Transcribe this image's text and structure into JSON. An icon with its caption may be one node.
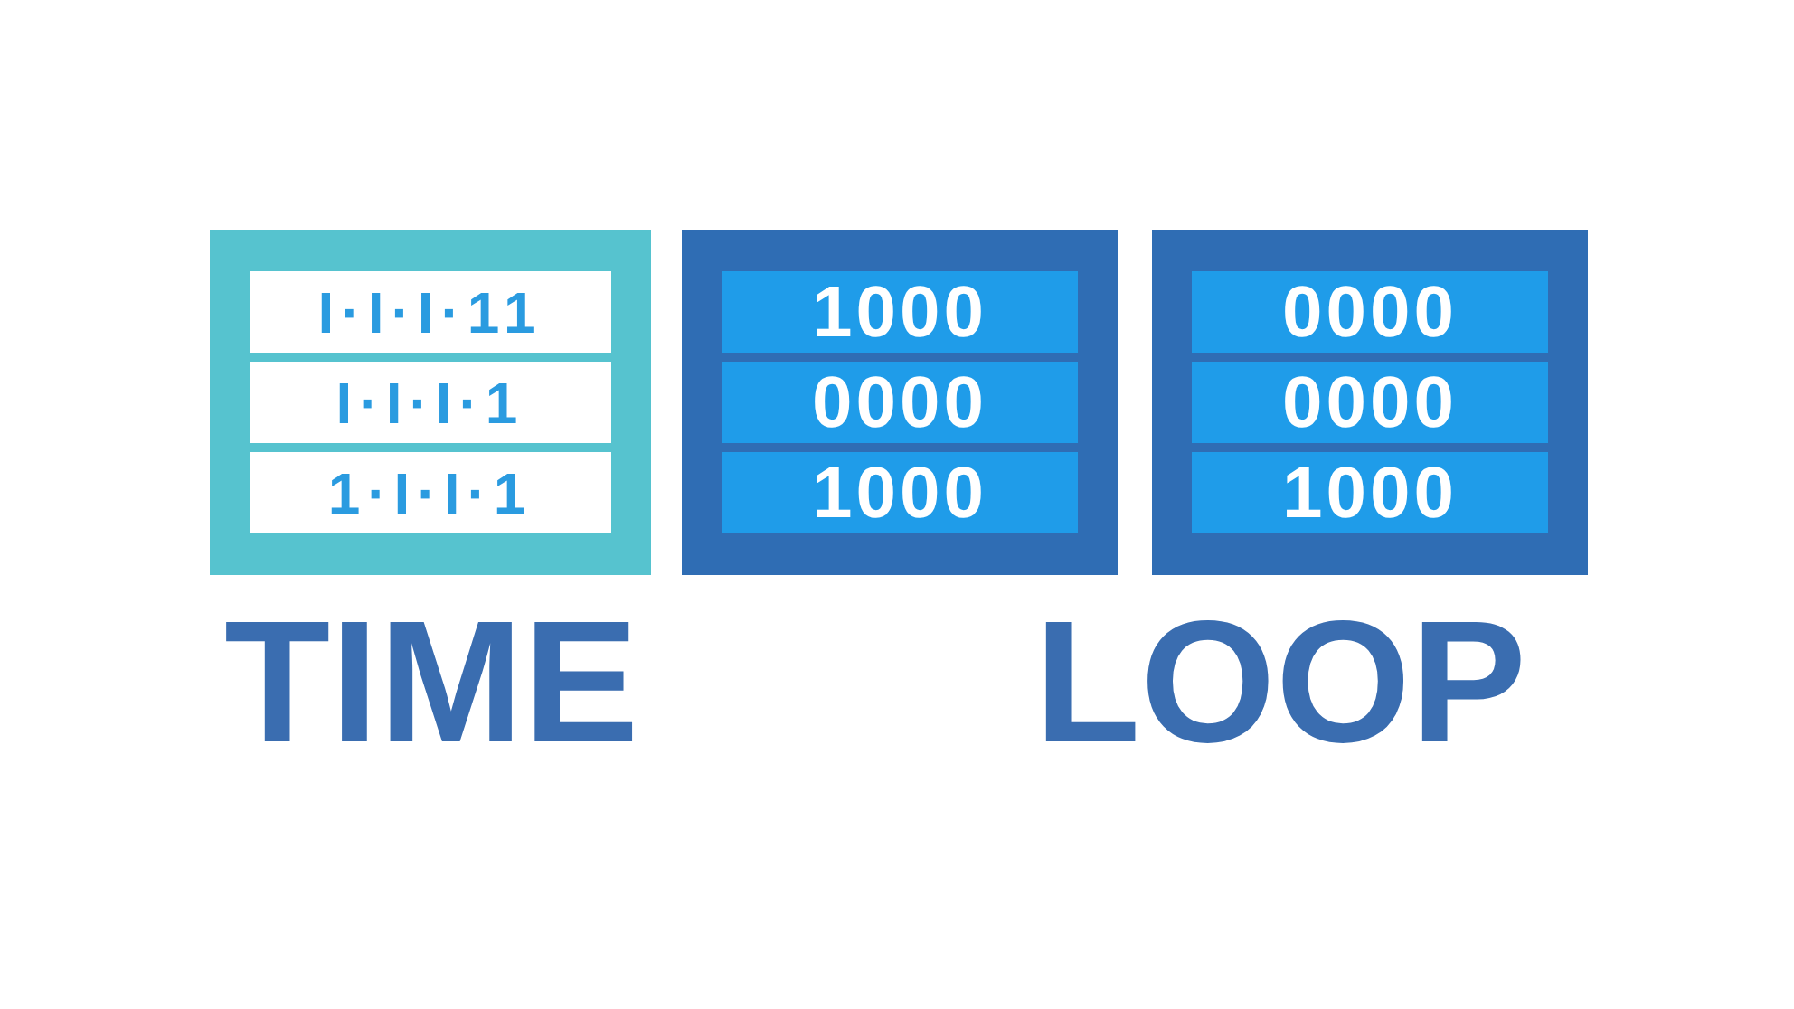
{
  "diagram": {
    "nodes": [
      {
        "text": [],
        "shape": "box"
      },
      {
        "text": [
          "I·I·I·11"
        ],
        "in": 0
      },
      {
        "text": [
          "I·I·I·1"
        ],
        "in": 0
      },
      {
        "text": [
          "1·I·I·1"
        ],
        "in": 0
      },
      {
        "text": [],
        "shape": "box"
      },
      {
        "text": [
          "1000"
        ],
        "in": 4
      },
      {
        "text": [
          "0000"
        ],
        "in": 4
      },
      {
        "text": [
          "1000"
        ],
        "in": 4
      },
      {
        "text": [],
        "shape": "box"
      },
      {
        "text": [
          "0000"
        ],
        "in": 8
      },
      {
        "text": [
          "0000"
        ],
        "in": 8
      },
      {
        "text": [
          "1000"
        ],
        "in": 8
      }
    ],
    "labels": [
      "TIME",
      "LOOP"
    ]
  }
}
